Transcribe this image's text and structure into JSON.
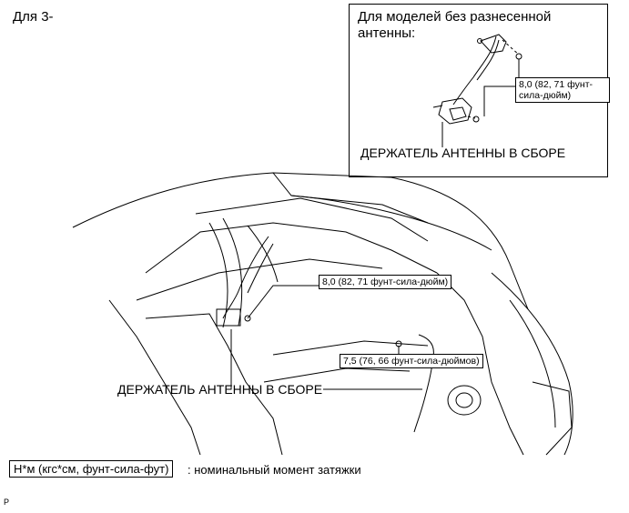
{
  "top_label": "Для 3-",
  "inset": {
    "title_line1": "Для моделей без разнесенной",
    "title_line2": "антенны:",
    "torque": "8,0 (82, 71 фунт-сила-дюйм)",
    "holder_label": "ДЕРЖАТЕЛЬ АНТЕННЫ В СБОРЕ"
  },
  "main": {
    "torque_1": "8,0 (82, 71 фунт-сила-дюйм)",
    "torque_2": "7,5 (76, 66 фунт-сила-дюймов)",
    "holder_label": "ДЕРЖАТЕЛЬ АНТЕННЫ В СБОРЕ"
  },
  "legend": {
    "unit_box": "Н*м (кгс*см, фунт-сила-фут)",
    "description": ": номинальный момент затяжки"
  },
  "corner_letter": "P"
}
